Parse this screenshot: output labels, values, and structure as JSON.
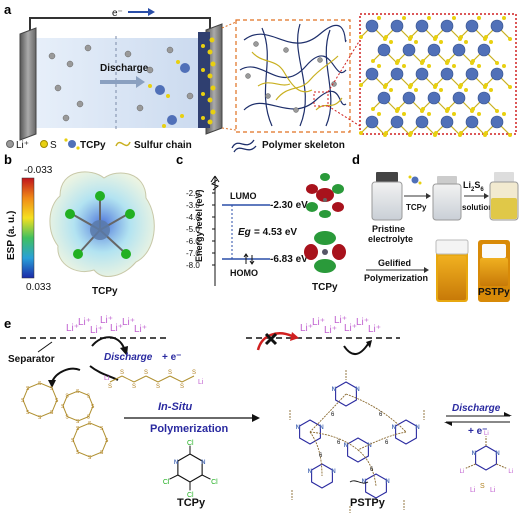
{
  "panels": {
    "a": "a",
    "b": "b",
    "c": "c",
    "d": "d",
    "e": "e"
  },
  "a": {
    "electron": "e⁻",
    "discharge": "Discharge",
    "legend": {
      "li": "Li⁺",
      "s": "S",
      "tcpy": "TCPy",
      "sulfur_chain": "Sulfur chain",
      "polymer": "Polymer skeleton"
    }
  },
  "b": {
    "axis_label": "ESP (a. u.)",
    "max": "-0.033",
    "min": "0.033",
    "name": "TCPy"
  },
  "c": {
    "axis_label": "Energy level (eV)",
    "ticks": [
      "-2.0",
      "-3.0",
      "-4.0",
      "-5.0",
      "-6.0",
      "-7.0",
      "-8.0"
    ],
    "lumo": "LUMO",
    "homo": "HOMO",
    "lumo_value": "-2.30 eV",
    "homo_value": "-6.83 eV",
    "eg_symbol": "Eg",
    "eg_value": "= 4.53 eV",
    "name": "TCPy"
  },
  "d": {
    "tcpy": "TCPy",
    "li2s6_a": "Li",
    "li2s6_b": "2",
    "li2s6_c": "S",
    "li2s6_d": "6",
    "solution": "solution",
    "pristine1": "Pristine",
    "pristine2": "electrolyte",
    "gelified1": "Gelified",
    "gelified2": "Polymerization",
    "pstpy": "PSTPy"
  },
  "e": {
    "li_plus": "Li⁺",
    "separator": "Separator",
    "discharge": "Discharge",
    "electron": "+ e⁻",
    "insitu": "In-Situ",
    "polymerization": "Polymerization",
    "tcpy": "TCPy",
    "pstpy": "PSTPy",
    "s": "S",
    "li": "Li",
    "cl": "Cl",
    "n": "N",
    "six": "6",
    "discharge2": "Discharge",
    "electron2": "+ e⁻"
  },
  "colors": {
    "li": "#9a9a9a",
    "s": "#e8d010",
    "tcpy": "#5070b8",
    "sulfur_chain": "#c9b020",
    "polymer": "#1e2f6b",
    "accent": "#2a2aa0",
    "chlorine": "#22b022",
    "dash_frame": "#e07020"
  }
}
